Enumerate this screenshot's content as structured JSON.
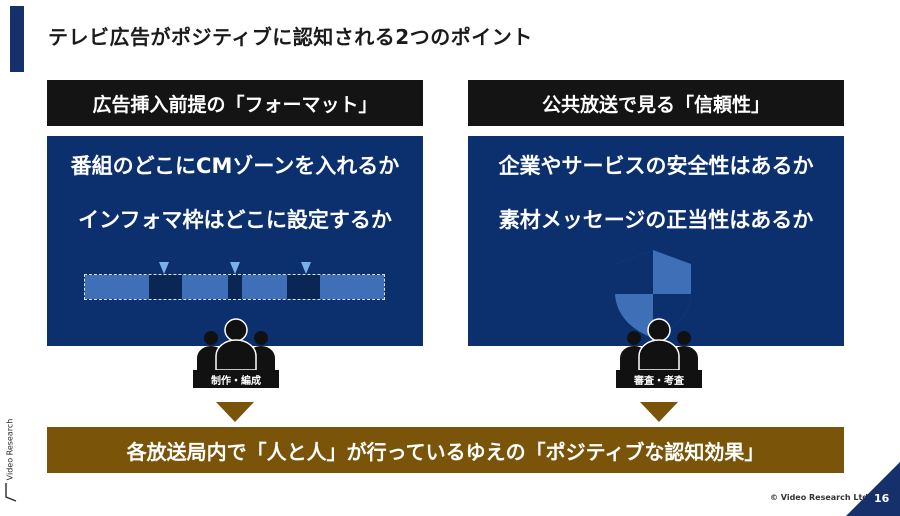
{
  "slide": {
    "title": "テレビ広告がポジティブに認知される2つのポイント",
    "page_number": "16",
    "copyright": "© Video Research Ltd.",
    "logo_text": "Video Research"
  },
  "left": {
    "header": "広告挿入前提の「フォーマット」",
    "lines": [
      "番組のどこにCMゾーンを入れるか",
      "インフォマ枠はどこに設定するか"
    ],
    "people_label": "制作・編成"
  },
  "right": {
    "header": "公共放送で見る「信頼性」",
    "lines": [
      "企業やサービスの安全性はあるか",
      "素材メッセージの正当性はあるか"
    ],
    "people_label": "審査・考査"
  },
  "banner": "各放送局内で「人と人」が行っているゆえの「ポジティブな認知効果」",
  "colors": {
    "navy": "#0c2f6e",
    "header_black": "#141414",
    "banner_brown": "#7a5408",
    "timeline_program": "#3f6fb7",
    "timeline_cm": "#0a2654",
    "marker": "#7ab0e6",
    "shield": "#3f6fb7",
    "accent": "#15306b"
  }
}
